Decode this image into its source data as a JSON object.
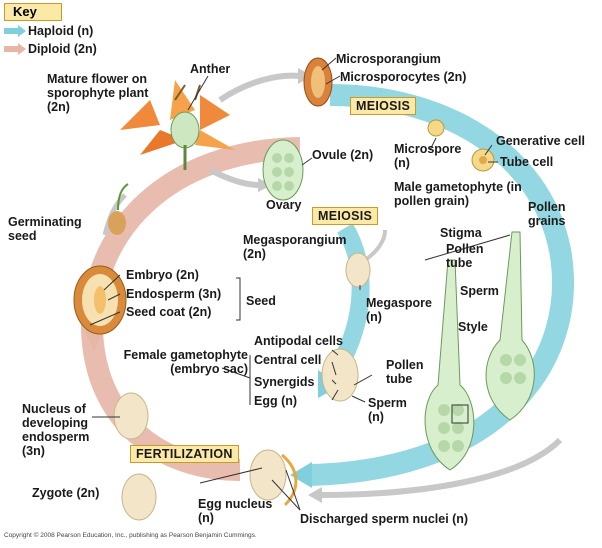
{
  "key": {
    "title": "Key",
    "haploid": "Haploid (n)",
    "diploid": "Diploid (2n)",
    "haploid_color": "#7fd0dc",
    "diploid_color": "#e6b6a6"
  },
  "labels": {
    "mature_flower": "Mature flower on sporophyte plant (2n)",
    "anther": "Anther",
    "microsporangium": "Microsporangium",
    "microsporocytes": "Microsporocytes (2n)",
    "meiosis_top": "MEIOSIS",
    "generative_cell": "Generative cell",
    "microspore": "Microspore (n)",
    "tube_cell": "Tube cell",
    "ovule": "Ovule (2n)",
    "ovary": "Ovary",
    "male_gametophyte": "Male gametophyte (in pollen grain)",
    "pollen_grains": "Pollen grains",
    "meiosis_mid": "MEIOSIS",
    "stigma": "Stigma",
    "pollen_tube_top": "Pollen tube",
    "germinating_seed": "Germinating seed",
    "megasporangium": "Megasporangium (2n)",
    "embryo": "Embryo (2n)",
    "endosperm": "Endosperm (3n)",
    "seed_coat": "Seed coat (2n)",
    "seed": "Seed",
    "sperm_top": "Sperm",
    "megaspore": "Megaspore (n)",
    "style": "Style",
    "antipodal_cells": "Antipodal cells",
    "central_cell": "Central cell",
    "female_gametophyte": "Female gametophyte (embryo sac)",
    "synergids": "Synergids",
    "egg": "Egg (n)",
    "pollen_tube_mid": "Pollen tube",
    "sperm_mid": "Sperm (n)",
    "nucleus_endosperm": "Nucleus of developing endosperm (3n)",
    "fertilization": "FERTILIZATION",
    "zygote": "Zygote (2n)",
    "egg_nucleus": "Egg nucleus (n)",
    "discharged_sperm": "Discharged sperm nuclei (n)"
  },
  "credit": "Copyright © 2008 Pearson Education, Inc., publishing as Pearson Benjamin Cummings."
}
